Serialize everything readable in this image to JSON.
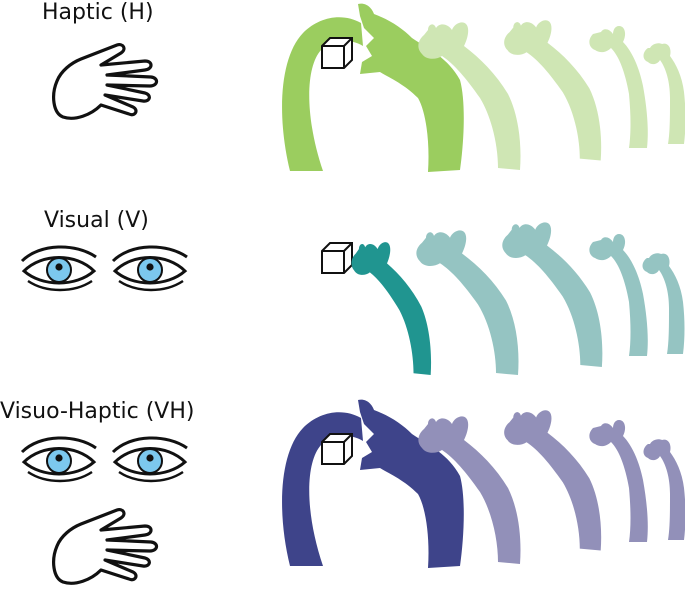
{
  "conditions": [
    {
      "key": "haptic",
      "label": "Haptic (H)",
      "colors": {
        "strong": "#9bcd5f",
        "light": "#cfe6b4"
      }
    },
    {
      "key": "visual",
      "label": "Visual (V)",
      "colors": {
        "strong": "#209590",
        "light": "#95c4c2"
      }
    },
    {
      "key": "visuohaptic",
      "label": "Visuo-Haptic (VH)",
      "colors": {
        "strong": "#3e448a",
        "light": "#9290b9"
      }
    }
  ],
  "icon_colors": {
    "iris": "#7cc8ee",
    "pupil": "#111111",
    "outline": "#111111"
  }
}
